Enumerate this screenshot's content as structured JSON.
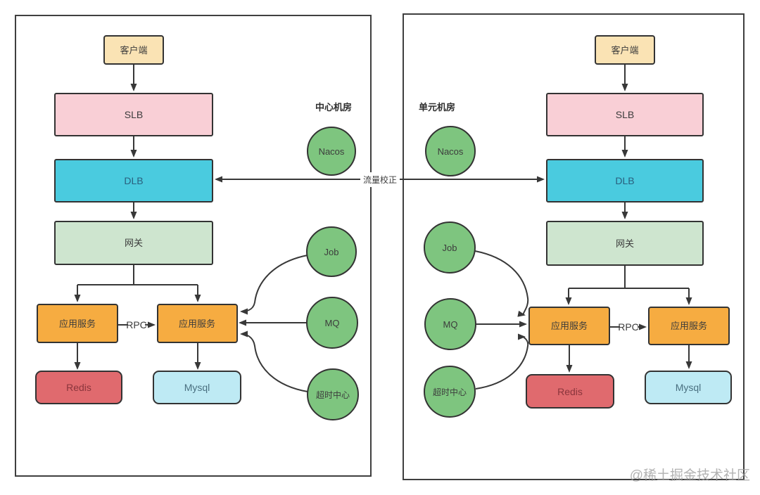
{
  "diagram": {
    "traffic_label": "流量校正",
    "rpc_label": "RPC",
    "watermark": "@稀土掘金技术社区"
  },
  "colors": {
    "client": "#FAE3B4",
    "slb": "#F9CFD6",
    "dlb": "#4ACBDF",
    "gateway": "#CEE5CF",
    "app": "#F6AC41",
    "redis": "#E06A6E",
    "mysql": "#BEEAF4",
    "service_circle": "#7EC57F"
  },
  "center_room": {
    "region_label": "中心机房",
    "client": "客户端",
    "slb": "SLB",
    "dlb": "DLB",
    "gateway": "网关",
    "app_left": "应用服务",
    "app_right": "应用服务",
    "redis": "Redis",
    "mysql": "Mysql",
    "nacos": "Nacos",
    "job": "Job",
    "mq": "MQ",
    "timeout": "超时中心"
  },
  "unit_room": {
    "region_label": "单元机房",
    "client": "客户端",
    "slb": "SLB",
    "dlb": "DLB",
    "gateway": "网关",
    "app_left": "应用服务",
    "app_right": "应用服务",
    "redis": "Redis",
    "mysql": "Mysql",
    "nacos": "Nacos",
    "job": "Job",
    "mq": "MQ",
    "timeout": "超时中心"
  }
}
